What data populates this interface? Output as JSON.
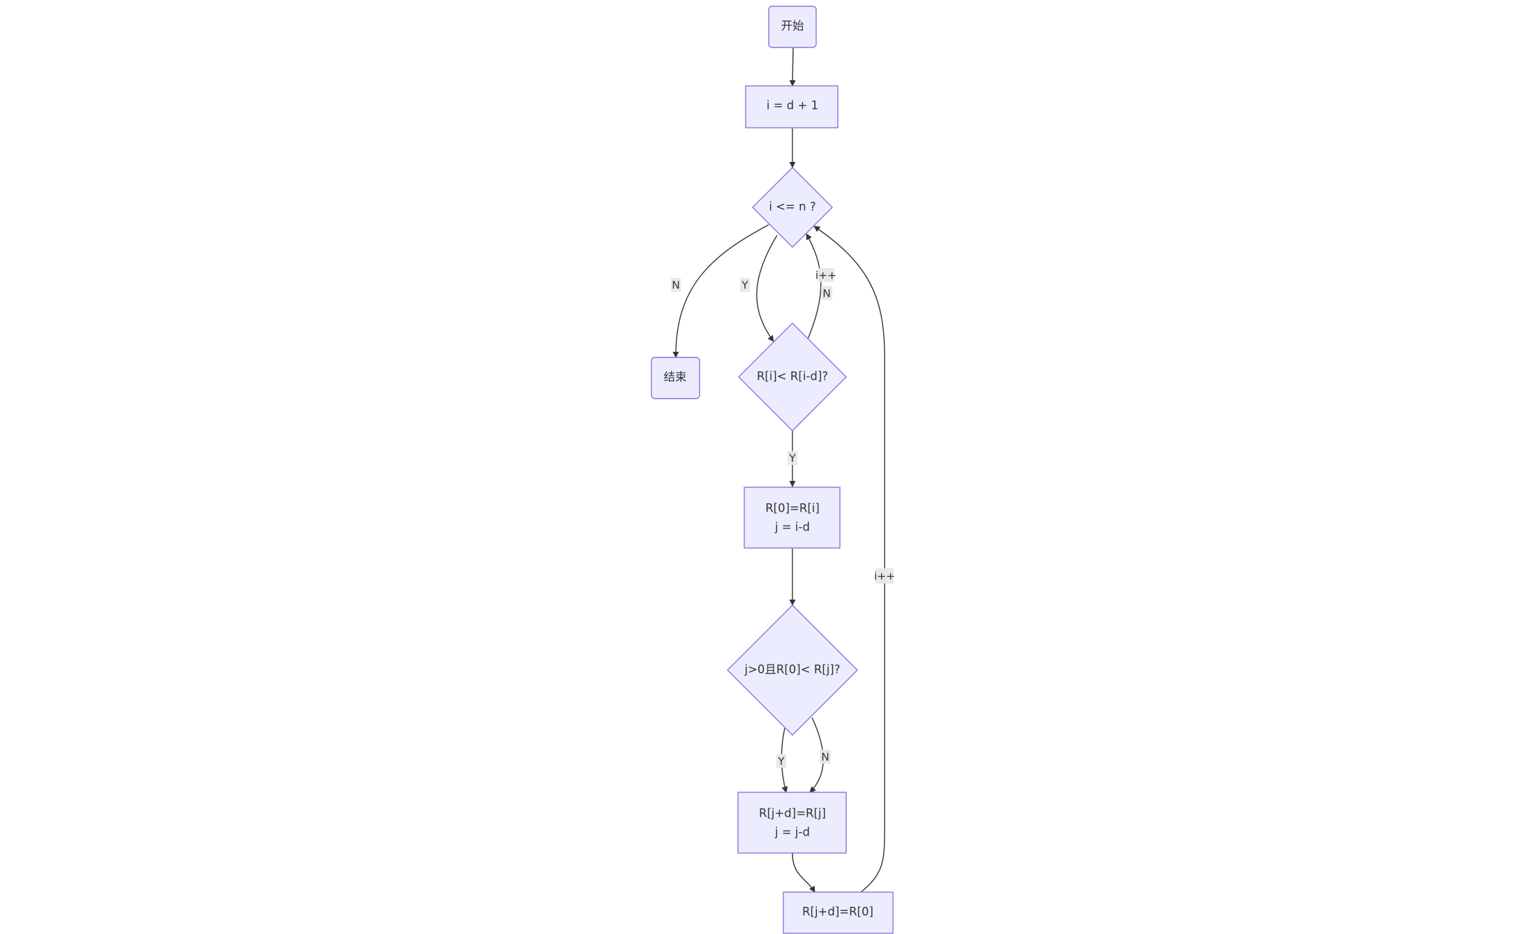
{
  "nodes": {
    "start": {
      "label": "开始"
    },
    "init": {
      "label": "i = d + 1"
    },
    "cond_i": {
      "label": "i <= n ?"
    },
    "end": {
      "label": "结束"
    },
    "cond_r": {
      "label": "R[i]< R[i-d]?"
    },
    "assign": {
      "line1": "R[0]=R[i]",
      "line2": "j = i-d"
    },
    "cond_j": {
      "label": "j>0且R[0]< R[j]?"
    },
    "shift": {
      "line1": "R[j+d]=R[j]",
      "line2": "j = j-d"
    },
    "place": {
      "label": "R[j+d]=R[0]"
    }
  },
  "edge_labels": {
    "cond_i_end": "N",
    "cond_i_cond_r": "Y",
    "cond_r_back_incr": "i++",
    "cond_r_back_no": "N",
    "cond_r_assign": "Y",
    "place_back_incr": "i++",
    "cond_j_shift_yes": "Y",
    "cond_j_shift_no": "N"
  },
  "colors": {
    "node_fill": "#ECECFF",
    "node_stroke": "#9370DB",
    "edge": "#333333",
    "label_bg": "#e8e8e8"
  }
}
